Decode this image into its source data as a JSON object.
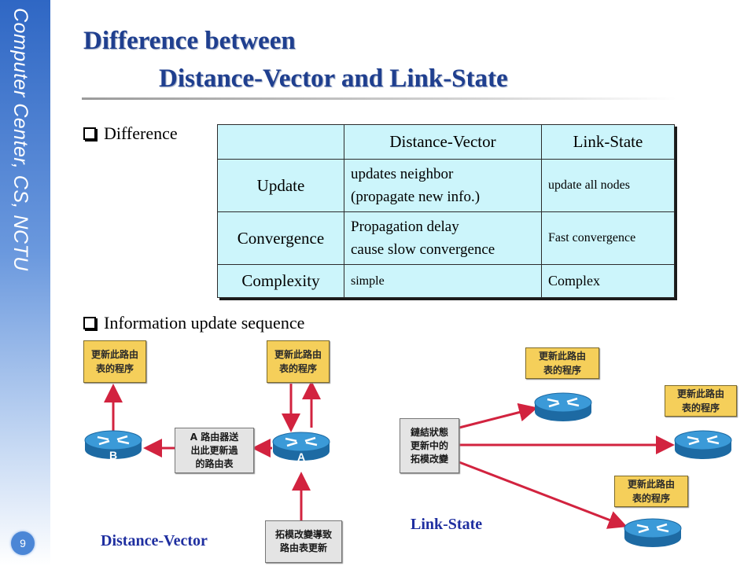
{
  "sidebar": {
    "text": "Computer Center, CS, NCTU",
    "page_number": "9"
  },
  "title": {
    "line1": "Difference between",
    "line2": "Distance-Vector and Link-State"
  },
  "bullets": [
    "Difference",
    "Information update sequence"
  ],
  "table": {
    "header": [
      "",
      "Distance-Vector",
      "Link-State"
    ],
    "rows": [
      {
        "label": "Update",
        "dv": [
          "updates neighbor",
          "(propagate new info.)"
        ],
        "ls": "update all nodes"
      },
      {
        "label": "Convergence",
        "dv": [
          "Propagation delay",
          "cause slow convergence"
        ],
        "ls": "Fast convergence"
      },
      {
        "label": "Complexity",
        "dv": [
          "simple"
        ],
        "ls": "Complex"
      }
    ]
  },
  "diagram": {
    "dv": {
      "note_b": [
        "更新此路由",
        "表的程序"
      ],
      "note_a": [
        "更新此路由",
        "表的程序"
      ],
      "send_box": [
        "A 路由器送",
        "出此更新過",
        "的路由表"
      ],
      "topo_box": [
        "拓模改變導致",
        "路由表更新"
      ],
      "router_b": "B",
      "router_a": "A",
      "caption": "Distance-Vector"
    },
    "ls": {
      "state_box": [
        "鏈結狀態",
        "更新中的",
        "拓模改變"
      ],
      "note_1": [
        "更新此路由",
        "表的程序"
      ],
      "note_2": [
        "更新此路由",
        "表的程序"
      ],
      "note_3": [
        "更新此路由",
        "表的程序"
      ],
      "caption": "Link-State"
    },
    "colors": {
      "arrow": "#d2233f",
      "router": "#2b88c8",
      "note": "#f5cf5a",
      "box": "#e4e4e4"
    }
  }
}
